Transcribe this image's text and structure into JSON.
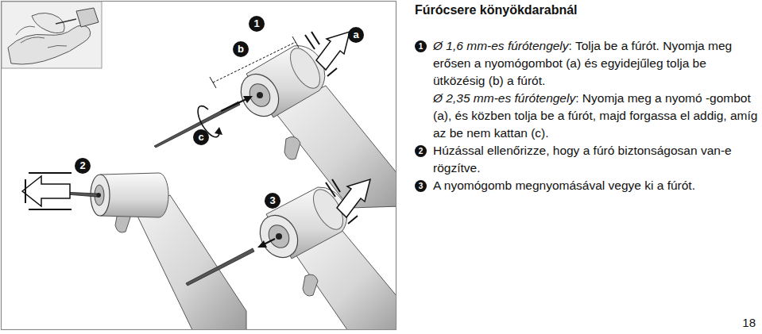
{
  "diagram": {
    "title": "Fúrócsere könyökdarabnál",
    "labels": [
      "1",
      "b",
      "a",
      "c",
      "2",
      "3",
      "1",
      "Ø 1,6 mm-es fúrótengely",
      ": Tolja be a fúrót. Nyomja meg erősen a nyomógombot (a) és egyidejűleg tolja be ütközésig (b) a fúrót.",
      "Ø 2,35 mm-es fúrótengely",
      ": Nyomja meg a nyomó -gombot (a), és közben tolja be a fúrót, majd forgassa el addig, amíg az be nem kattan (c).",
      "2",
      "Húzással ellenőrizze, hogy a fúró biztonságosan van-e rögzítve.",
      "3",
      "A nyomógomb megnyomásával vegye ki a fúrót.",
      "18"
    ]
  }
}
